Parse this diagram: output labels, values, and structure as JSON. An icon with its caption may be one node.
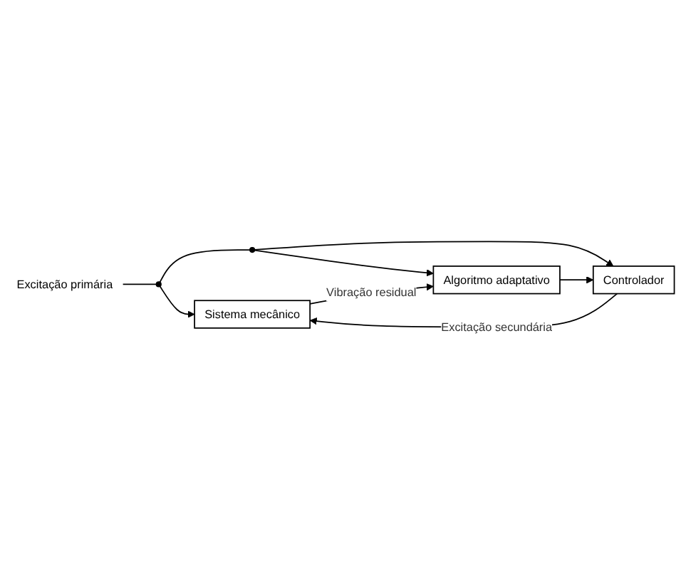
{
  "diagram": {
    "nodes": [
      {
        "text": [
          "Sistema mecânico"
        ]
      },
      {
        "text": [
          "Controlador"
        ]
      },
      {
        "text": [
          "Algoritmo adaptativo"
        ]
      },
      {
        "text": [
          "Excitação primária"
        ]
      },
      {
        "text": [],
        "shape": "circle"
      },
      {
        "text": [],
        "shape": "circle"
      }
    ],
    "edges": [
      {
        "from": 3,
        "to": 4,
        "arrow": "none"
      },
      {
        "from": 4,
        "to": 0,
        "arrow": "to"
      },
      {
        "from": 4,
        "to": 5,
        "arrow": "none"
      },
      {
        "from": 5,
        "to": 1,
        "arrow": "to"
      },
      {
        "from": 5,
        "to": 2,
        "arrow": "to"
      },
      {
        "from": 1,
        "to": 0,
        "arrow": "to",
        "label": "Excitação secundária"
      },
      {
        "from": 0,
        "to": 2,
        "arrow": "to",
        "label": "Vibração residual"
      },
      {
        "from": 2,
        "to": 1,
        "arrow": "to"
      }
    ]
  }
}
